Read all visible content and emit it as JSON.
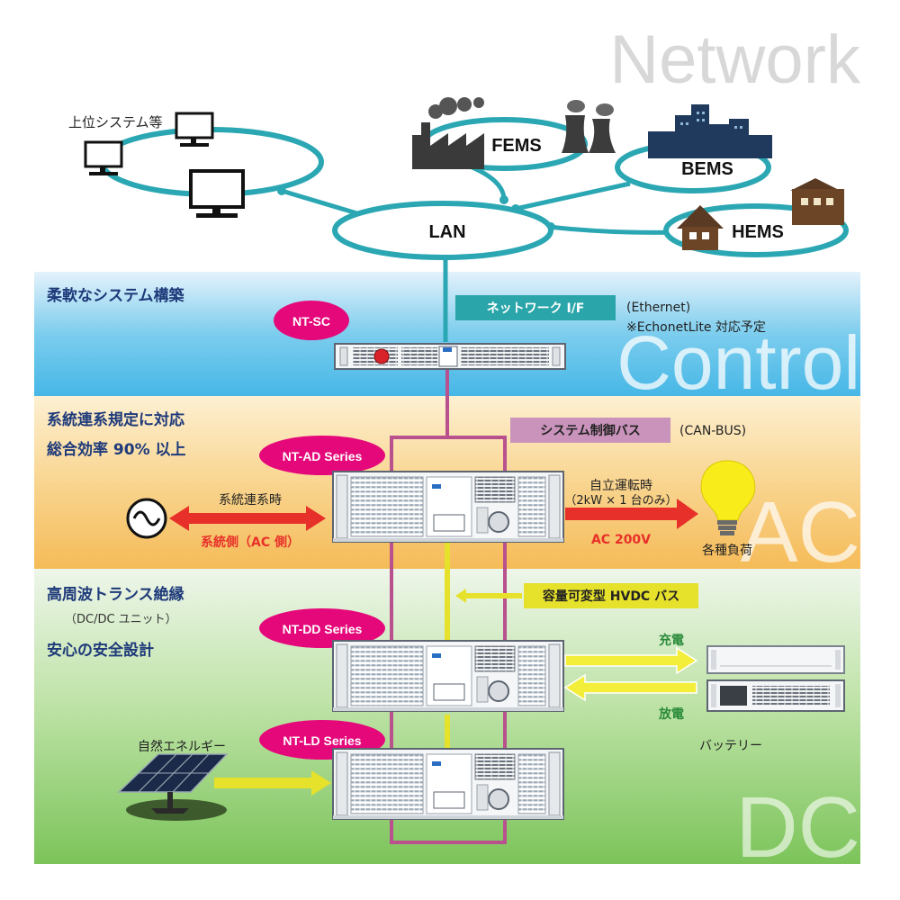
{
  "bg_labels": {
    "network": "Network",
    "control": "Control",
    "ac": "AC",
    "dc": "DC"
  },
  "network": {
    "upper_label": "上位システム等",
    "lan": "LAN",
    "fems": "FEMS",
    "bems": "BEMS",
    "hems": "HEMS"
  },
  "control": {
    "heading": "柔軟なシステム構築",
    "nt_sc": "NT-SC",
    "network_if": "ネットワーク I/F",
    "ethernet": "(Ethernet)",
    "echonet": "※EchonetLite 対応予定"
  },
  "ac": {
    "heading1": "系統連系規定に対応",
    "heading2": "総合効率 90% 以上",
    "nt_ad": "NT-AD Series",
    "system_bus": "システム制御バス",
    "can_bus": "(CAN-BUS)",
    "grid_connect": "系統連系時",
    "grid_side": "系統側（AC 側）",
    "standalone": "自立運転時",
    "standalone_note": "（2kW × 1 台のみ）",
    "ac200v": "AC 200V",
    "loads": "各種負荷"
  },
  "dc": {
    "heading1": "高周波トランス絶縁",
    "heading_sub": "（DC/DC ユニット）",
    "heading2": "安心の安全設計",
    "nt_dd": "NT-DD Series",
    "hvdc_bus": "容量可変型 HVDC バス",
    "charge": "充電",
    "discharge": "放電",
    "battery": "バッテリー",
    "nt_ld": "NT-LD Series",
    "natural_energy": "自然エネルギー"
  },
  "colors": {
    "ring": "#2ba7b3",
    "teal_box": "#2aa5a9",
    "pink": "#e5087a",
    "purple_line": "#b8518d",
    "bus_box": "#c993bb",
    "red_arrow": "#e8302a",
    "yellow": "#e6e12b",
    "navy_text": "#1e3a7a",
    "charge_green": "#2a8a3a"
  }
}
